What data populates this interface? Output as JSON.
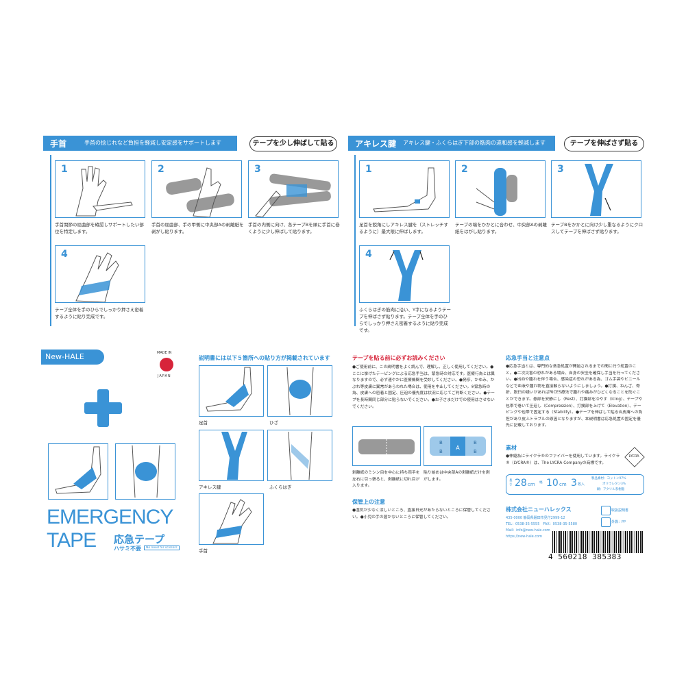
{
  "wrist": {
    "title": "手首",
    "subtitle": "手首の捻じれなど負担を軽減し安定感をサポートします",
    "instruction": "テープを少し伸ばして貼る",
    "steps": [
      {
        "num": "1",
        "caption": "手首関節の屈曲部を確認しサポートしたい部位を特定します。"
      },
      {
        "num": "2",
        "caption": "手首の屈曲部、手の甲側に中央部Aの剥離紙を剥がし貼ります。"
      },
      {
        "num": "3",
        "caption": "手首の内側に向け、各テープBを順に手首に巻くように少し伸ばして貼ります。"
      },
      {
        "num": "4",
        "caption": "テープ全体を手のひらでしっかり押さえ密着するように貼り完成です。"
      }
    ]
  },
  "achilles": {
    "title": "アキレス腱",
    "subtitle": "アキレス腱・ふくらはぎ下部の筋肉の違和感を軽減します",
    "instruction": "テープを伸ばさず貼る",
    "steps": [
      {
        "num": "1",
        "caption": "足首を鋭角にしアキレス腱を（ストレッチするように）最大限に伸ばします。"
      },
      {
        "num": "2",
        "caption": "テープの端をかかとに合わせ、中央部Aの剥離紙をはがし貼ります。"
      },
      {
        "num": "3",
        "caption": "テープBをかかとに向け少し重なるようにクロスしてテープを伸ばさず貼ります。"
      },
      {
        "num": "4",
        "caption": "ふくらはぎの筋肉に沿い、Y字になるようテープを伸ばさず貼ります。テープ全体を手のひらでしっかり押さえ密着するように貼り完成です。"
      }
    ]
  },
  "brand": {
    "logo": "New-HALE",
    "made_in": "MADE IN",
    "japan": "JAPAN",
    "title_line1": "EMERGENCY",
    "title_line2": "TAPE",
    "jp_title": "応急テープ",
    "no_scissors": "ハサミ不要",
    "no_scissors_en": "No need for scissors"
  },
  "usage": {
    "heading": "説明書には以下５箇所への貼り方が掲載されています",
    "items": [
      "足首",
      "ひざ",
      "アキレス腱",
      "ふくらはぎ",
      "手首"
    ]
  },
  "notice": {
    "heading": "テープを貼る前に必ずお読みください",
    "body": "●ご使用前に、この説明書をよく読んで、理解し、正しく使用してください。●ここに挙げたテーピングによる応急手当は、緊急時の対応です。医療行為とは異なりますので、必ず速やかに医療機関を受診してください。●発疹、かゆみ、かぶれ等皮膚に異常があらわれた場合は、使用を中止してください。※緊急時の為、皮膚への密着と固定、圧迫の優先度は状況に応じてご判断ください。●テープを長時間同じ部分に貼らないでください。●お子さまだけでの使用はさせないでください。",
    "cap_left": "剥離紙のミシン目を中心に持ち両手を左右に引っ張ると、剥離紙に切れ目が入ります。",
    "cap_right": "貼り始めは中央部Aの剥離紙だけを剥がします。",
    "storage_heading": "保管上の注意",
    "storage_body": "●湿気が少なく涼しいところ、直接日光があたらないところに保管してください。●小児の手の届かないところに保管してください。"
  },
  "firstaid": {
    "heading": "応急手当と注意点",
    "body": "●応急手当とは、専門的な救急処置が開始されるまでの間に行う処置のこと。●二次災害の恐れがある場合、自身の安全を確保し手当を行ってください。●出血や腫れを伴う場合、感染症の恐れがある為、ゴム手袋やビニールなどで血液や腫れ物を直接触らないようにしましょう。●打撲、ねんざ、骨折、脱臼の疑いがあればRICES療法で腫れや痛みがひどくなることを防ぐことができます。患部を安静にし（Rest）、打撲部を冷やす（Icing）、テープや包帯で巻いて圧迫し（Compression）、打撲部を上げて（Elevation）、テーピングや包帯で固定する（Stability）。●テープを伸ばして貼る合皮膚への負担があり皮ふトラブルの原因となりますが、本説明書は応急処置の固定を優先に記載しております。",
    "material_heading": "素材",
    "material_body": "●伸縮糸にライクラ®のファイバーを使用しています。ライクラ®（LYCRA®）は、The LYCRA Companyの商標です。",
    "size_len_label": "長さ",
    "size_len": "28",
    "size_len_unit": "cm",
    "size_wid_label": "幅",
    "size_wid": "10",
    "size_wid_unit": "cm",
    "size_qty": "3",
    "size_qty_unit": "枚入",
    "spec1": "製品素材：コットン97%",
    "spec2": "ポリウレタン3%",
    "spec3": "糊：アクリル系樹脂",
    "lycra": "LYCRA",
    "company": "株式会社ニューハレックス",
    "addr": "435-0000 静岡県磐田市見付2999-12",
    "tel": "TEL：0538-35-5555　FAX：0538-35-5580",
    "mail": "Mail：info@new-hale.com",
    "url": "https://new-hale.com",
    "barcode": "4 560218 385383",
    "recycle1": "取扱説明書",
    "recycle2": "外袋：PP"
  }
}
